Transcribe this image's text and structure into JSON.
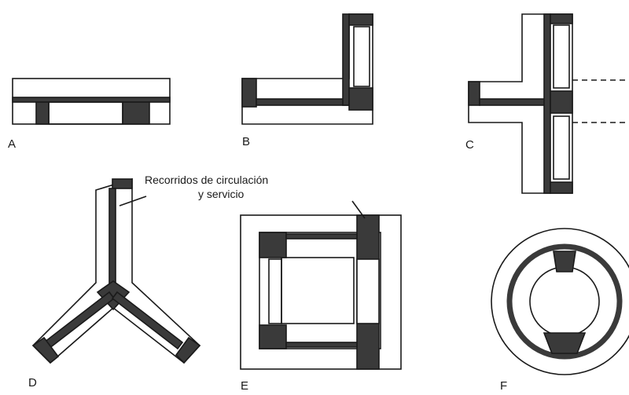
{
  "colors": {
    "ink": "#1a1a1a",
    "fill": "#3a3a3a",
    "paper": "#ffffff"
  },
  "annotation": {
    "line1": "Recorridos de circulación",
    "line2": "y servicio"
  },
  "panels": [
    {
      "id": "A",
      "label": "A"
    },
    {
      "id": "B",
      "label": "B"
    },
    {
      "id": "C",
      "label": "C"
    },
    {
      "id": "D",
      "label": "D"
    },
    {
      "id": "E",
      "label": "E"
    },
    {
      "id": "F",
      "label": "F"
    }
  ]
}
